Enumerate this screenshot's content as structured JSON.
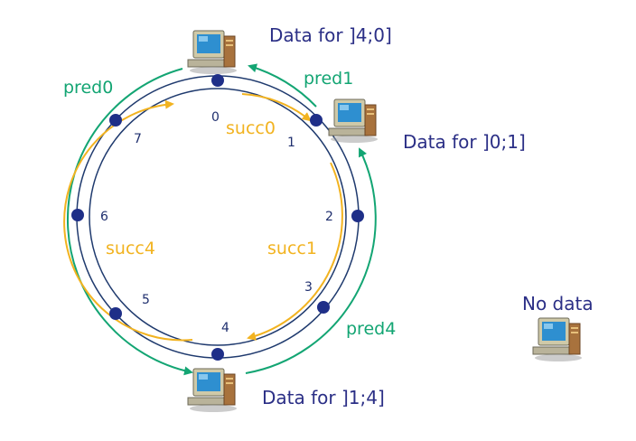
{
  "colors": {
    "ring": "#1f3a6e",
    "node_fill": "#1f2f88",
    "data_text": "#2b2f86",
    "pred": "#13a573",
    "succ": "#f2b320",
    "number_text": "#1f2f6e"
  },
  "icons": {
    "computer": "desktop-computer-icon"
  },
  "ring": {
    "nodes": [
      {
        "id": "0",
        "label": "0"
      },
      {
        "id": "1",
        "label": "1"
      },
      {
        "id": "2",
        "label": "2"
      },
      {
        "id": "3",
        "label": "3"
      },
      {
        "id": "4",
        "label": "4"
      },
      {
        "id": "5",
        "label": "5"
      },
      {
        "id": "6",
        "label": "6"
      },
      {
        "id": "7",
        "label": "7"
      }
    ]
  },
  "servers": [
    {
      "id": "server-0",
      "data_label": "Data for ]4;0]"
    },
    {
      "id": "server-1",
      "data_label": "Data for ]0;1]"
    },
    {
      "id": "server-4",
      "data_label": "Data for ]1;4]"
    },
    {
      "id": "server-idle",
      "data_label": "No data"
    }
  ],
  "pointers": {
    "pred0": "pred0",
    "pred1": "pred1",
    "pred4": "pred4",
    "succ0": "succ0",
    "succ1": "succ1",
    "succ4": "succ4"
  }
}
